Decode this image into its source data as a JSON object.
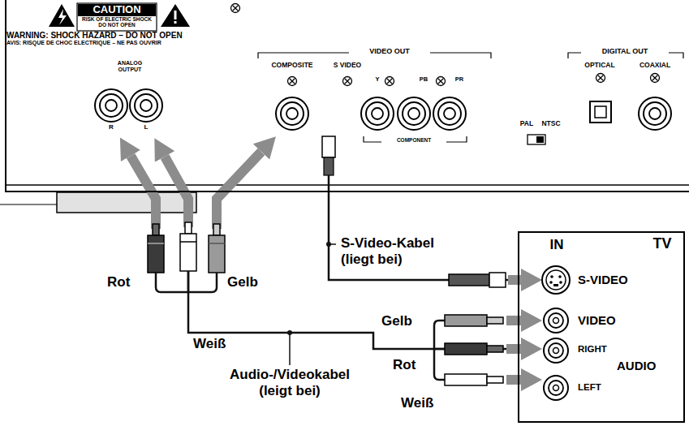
{
  "diagram": {
    "nodes": [
      {
        "text": [
          "CAUTION",
          "RISK OF ELECTRIC SHOCK DO NOT OPEN",
          "WARNING: SHOCK HAZARD – DO NOT OPEN",
          "AVIS: RISQUE DE CHOC ELECTRIQUE – NE PAS OUVRIR",
          "ANALOG OUTPUT",
          "R",
          "L",
          "VIDEO OUT",
          "COMPOSITE",
          "S VIDEO",
          "Y",
          "PB",
          "PR",
          "COMPONENT",
          "PAL",
          "NTSC",
          "DIGITAL OUT",
          "OPTICAL",
          "COAXIAL"
        ]
      },
      {
        "text": [
          "TV",
          "IN",
          "S-VIDEO",
          "VIDEO",
          "RIGHT",
          "AUDIO",
          "LEFT"
        ]
      }
    ],
    "edges": [
      {
        "from": 0,
        "to": 1,
        "arrow": "to",
        "label": "S-Video-Kabel (liegt bei)"
      },
      {
        "from": 0,
        "to": 1,
        "arrow": "both",
        "label": "Audio-/Videokabel (leigt bei)"
      }
    ],
    "labels": [
      "Rot",
      "Gelb",
      "Weiß",
      "Gelb",
      "Rot",
      "Weiß"
    ]
  }
}
